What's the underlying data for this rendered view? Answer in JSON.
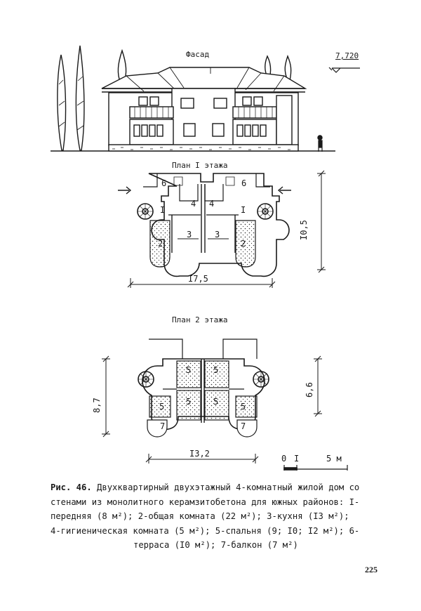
{
  "facade": {
    "title": "Фасад",
    "height_mark": "7,720"
  },
  "plan1": {
    "title": "План I этажа",
    "width_dim": "I7,5",
    "depth_dim": "I0,5",
    "room_labels": {
      "r1": "I",
      "r2": "2",
      "r3": "3",
      "r4": "4",
      "r6": "6"
    }
  },
  "plan2": {
    "title": "План 2 этажа",
    "width_dim": "I3,2",
    "left_dim": "8,7",
    "right_dim": "6,6",
    "room_labels": {
      "r5": "5",
      "r7": "7"
    }
  },
  "scale_bar": {
    "zero": "0",
    "one": "I",
    "five": "5 м"
  },
  "caption": {
    "fig": "Рис. 46.",
    "line1": "Двухквартирный двухэтажный 4-комнатный жилой дом со",
    "line2": "стенами из монолитного керамзитобетона для южных районов: I-",
    "line3": "передняя (8 м²); 2-общая комната (22 м²); 3-кухня (I3 м²);",
    "line4": "4-гигиеническая комната (5 м²); 5-спальня (9; I0; I2 м²); 6-",
    "line5": "терраса (I0 м²); 7-балкон (7 м²)"
  },
  "page_number": "225"
}
